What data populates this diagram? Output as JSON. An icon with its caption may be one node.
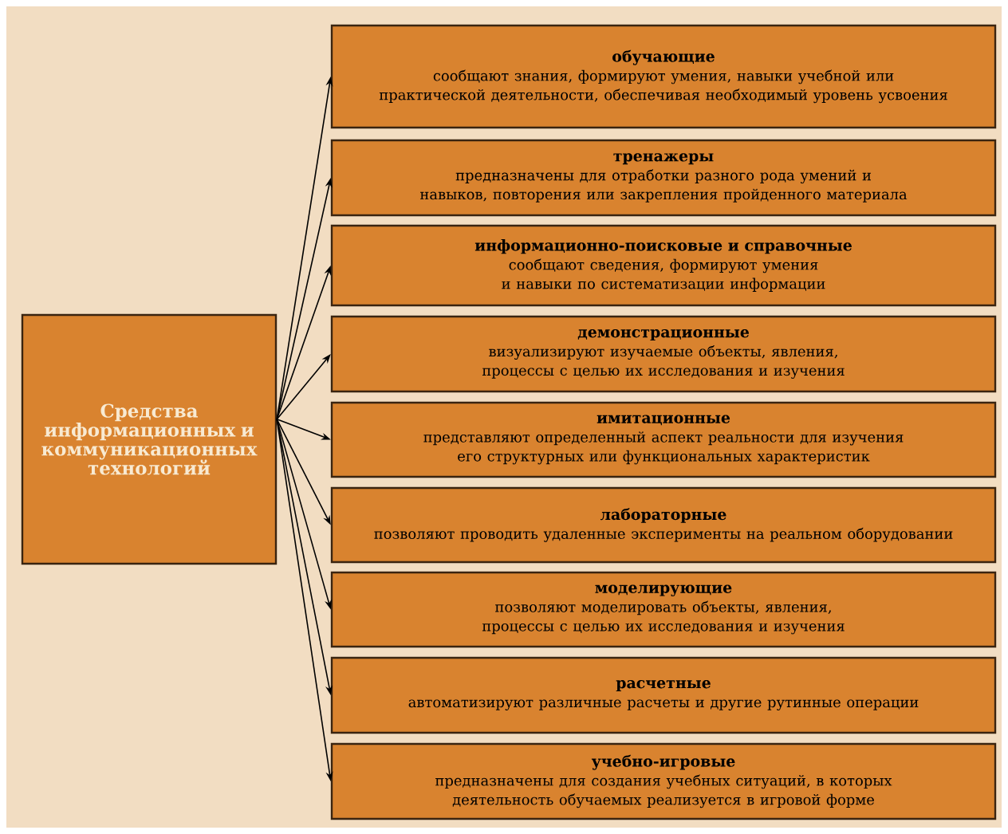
{
  "diagram": {
    "nodes": [
      {
        "text": [
          "Средства информационных и коммуникационных технологий"
        ]
      },
      {
        "text": [
          "обучающие",
          "сообщают знания, формируют умения, навыки учебной или практической деятельности, обеспечивая необходимый уровень усвоения"
        ]
      },
      {
        "text": [
          "тренажеры",
          "предназначены для отработки разного рода умений и навыков, повторения или закрепления пройденного материала"
        ]
      },
      {
        "text": [
          "информационно-поисковые и справочные",
          "сообщают сведения, формируют умения и навыки по систематизации информации"
        ]
      },
      {
        "text": [
          "демонстрационные",
          "визуализируют изучаемые объекты, явления, процессы с целью их исследования и изучения"
        ]
      },
      {
        "text": [
          "имитационные",
          "представляют определенный аспект реальности для изучения его структурных или функциональных характеристик"
        ]
      },
      {
        "text": [
          "лабораторные",
          "позволяют проводить удаленные эксперименты на реальном оборудовании"
        ]
      },
      {
        "text": [
          "моделирующие",
          "позволяют моделировать объекты, явления, процессы с целью их исследования и изучения"
        ]
      },
      {
        "text": [
          "расчетные",
          "автоматизируют различные расчеты и другие рутинные операции"
        ]
      },
      {
        "text": [
          "учебно-игровые",
          "предназначены для создания учебных ситуаций, в которых деятельность обучаемых реализуется в игровой форме"
        ]
      }
    ],
    "edges": [
      {
        "from": 0,
        "to": 1,
        "arrow": "to"
      },
      {
        "from": 0,
        "to": 2,
        "arrow": "to"
      },
      {
        "from": 0,
        "to": 3,
        "arrow": "to"
      },
      {
        "from": 0,
        "to": 4,
        "arrow": "to"
      },
      {
        "from": 0,
        "to": 5,
        "arrow": "to"
      },
      {
        "from": 0,
        "to": 6,
        "arrow": "to"
      },
      {
        "from": 0,
        "to": 7,
        "arrow": "to"
      },
      {
        "from": 0,
        "to": 8,
        "arrow": "to"
      },
      {
        "from": 0,
        "to": 9,
        "arrow": "to"
      }
    ]
  }
}
